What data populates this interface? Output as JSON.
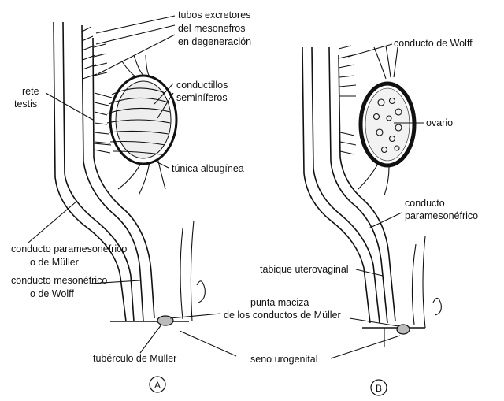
{
  "panel_a": {
    "letter": "A",
    "labels": {
      "tubos_excretores": [
        "tubos excretores",
        "del mesonefros",
        "en degeneración"
      ],
      "rete_testis": [
        "rete",
        "testis"
      ],
      "conductillos": [
        "conductillos",
        "seminíferos"
      ],
      "tunica": "túnica albugínea",
      "paramesonefrico": [
        "conducto paramesonéfrico",
        "o de Müller"
      ],
      "mesonefrico": [
        "conducto mesonéfrico",
        "o de Wolff"
      ],
      "punta_maciza": [
        "punta maciza",
        "de los conductos de Müller"
      ],
      "tuberculo": "tubérculo de Müller",
      "seno": "seno urogenital"
    }
  },
  "panel_b": {
    "letter": "B",
    "labels": {
      "wolff": "conducto de Wolff",
      "ovario": "ovario",
      "paramesonefrico": [
        "conducto",
        "paramesonéfrico"
      ],
      "tabique": "tabique uterovaginal"
    }
  }
}
